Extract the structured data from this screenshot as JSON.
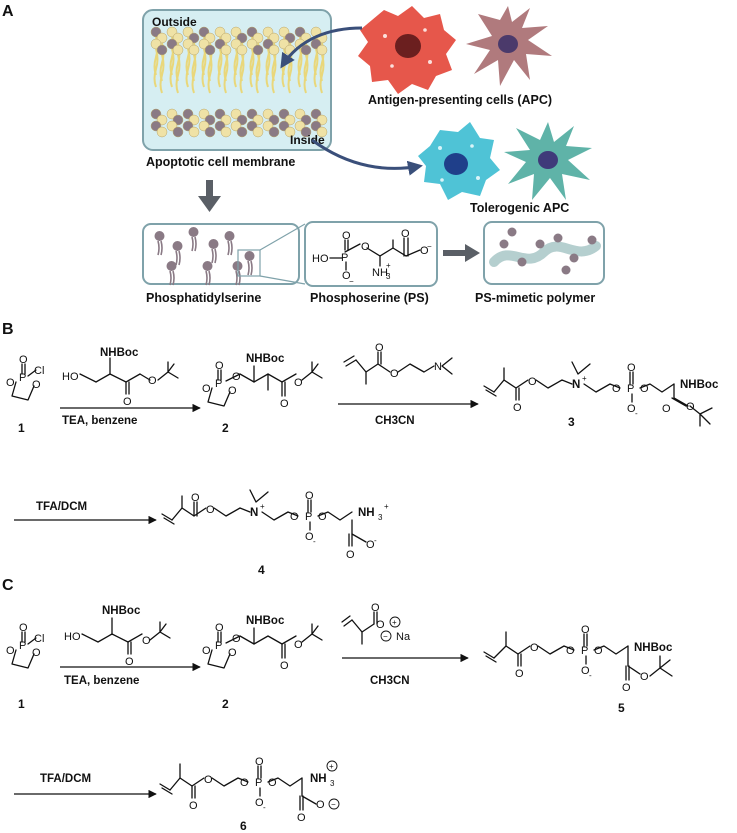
{
  "panels": {
    "a": "A",
    "b": "B",
    "c": "C"
  },
  "panel_a": {
    "membrane_outside": "Outside",
    "membrane_inside": "Inside",
    "membrane_caption": "Apoptotic cell membrane",
    "apc_label": "Antigen-presenting cells (APC)",
    "tolerogenic_label": "Tolerogenic APC",
    "phosphatidylserine_label": "Phosphatidylserine",
    "phosphoserine_label": "Phosphoserine (PS)",
    "polymer_label": "PS-mimetic polymer",
    "ps_atoms": {
      "ho": "HO",
      "p": "P",
      "o_top": "O",
      "o_minus": "O",
      "o_link": "O",
      "o_carbonyl": "O",
      "o_acid": "O",
      "nh3": "NH",
      "nh3_sub": "3",
      "charge_minus": "−",
      "charge_plus": "+"
    }
  },
  "panel_b": {
    "reagent1": "TEA, benzene",
    "reagent2": "CH3CN",
    "reagent3": "TFA/DCM",
    "compound_numbers": [
      "1",
      "2",
      "3",
      "4"
    ],
    "atoms": {
      "nhboc": "NHBoc",
      "ho": "HO",
      "cl": "Cl",
      "p": "P",
      "o": "O",
      "n": "N",
      "nh3": "NH",
      "sub3": "3",
      "plus": "+",
      "minus": "-"
    }
  },
  "panel_c": {
    "reagent1": "TEA, benzene",
    "reagent2": "CH3CN",
    "reagent3": "TFA/DCM",
    "compound_numbers": [
      "1",
      "2",
      "5",
      "6"
    ],
    "atoms": {
      "nhboc": "NHBoc",
      "ho": "HO",
      "cl": "Cl",
      "p": "P",
      "o": "O",
      "na": "Na",
      "nh3": "NH",
      "sub3": "3",
      "plus_circle": "+",
      "minus_circle": "−",
      "minus": "-"
    }
  },
  "colors": {
    "lipid_head": "#8a7a85",
    "lipid_tail": "#e9d77a",
    "membrane_bg": "#d6eef2",
    "box_border": "#7fa2aa",
    "apc_red": "#e6574b",
    "apc_mauve": "#b07a7d",
    "apc_cyan": "#4fc3d6",
    "apc_teal": "#5fb3a8",
    "arrow_navy": "#3a4f7a",
    "arrow_grey": "#5a5f66"
  }
}
